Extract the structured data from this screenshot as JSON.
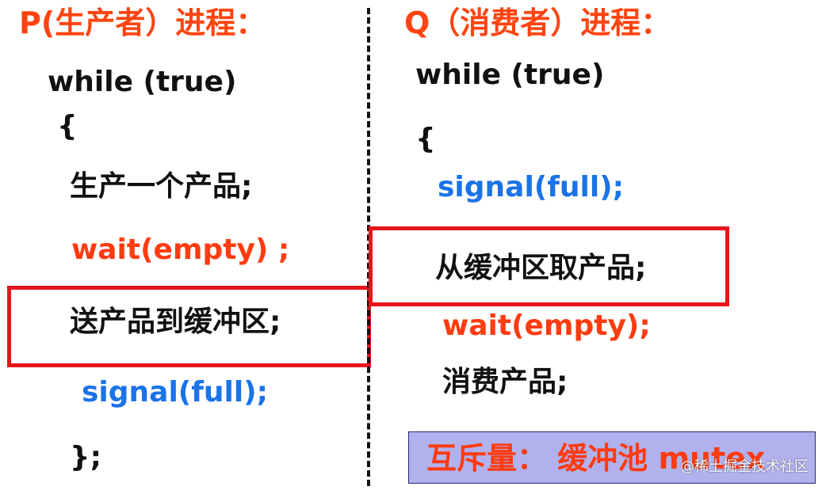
{
  "producer": {
    "title": "P(生产者）进程：",
    "lines": {
      "while": "while  (true)",
      "open_brace": "{",
      "produce": "生产一个产品;",
      "wait": "wait(empty) ;",
      "put": "送产品到缓冲区;",
      "signal": "signal(full);",
      "close": "};"
    }
  },
  "consumer": {
    "title": "Q（消费者）进程：",
    "lines": {
      "while": "while  (true)",
      "open_brace": "{",
      "signal": "signal(full);",
      "take": "从缓冲区取产品;",
      "wait": "wait(empty);",
      "consume": "消费产品;"
    }
  },
  "mutex": {
    "label": "互斥量：  缓冲池 mutex"
  },
  "watermark": "@稀土掘金技术社区",
  "colors": {
    "title": "#ff4410",
    "wait": "#ff3b10",
    "signal": "#1a73e8",
    "highlight_border": "#e8141b",
    "mutex_bg": "#b1b1ee"
  }
}
